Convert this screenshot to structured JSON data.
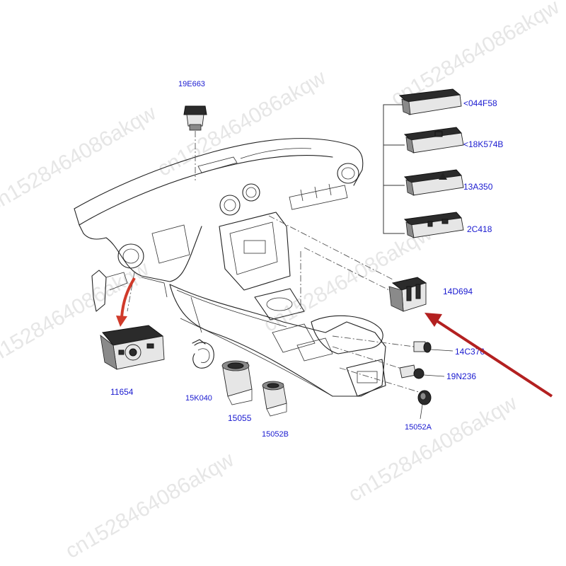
{
  "labels": {
    "p19E663": "19E663",
    "p044F58": "<044F58",
    "p18K574B": "<18K574B",
    "p13A350": "13A350",
    "p2C418": "2C418",
    "p14D694": "14D694",
    "p14C376": "14C376",
    "p19N236": "19N236",
    "p11654": "11654",
    "p15K040": "15K040",
    "p15055": "15055",
    "p15052B": "15052B",
    "p15052A": "15052A"
  },
  "watermark": "cn1528464086akqw",
  "colors": {
    "label": "#1a1ad0",
    "arrow": "#b32020",
    "line": "#222222"
  }
}
